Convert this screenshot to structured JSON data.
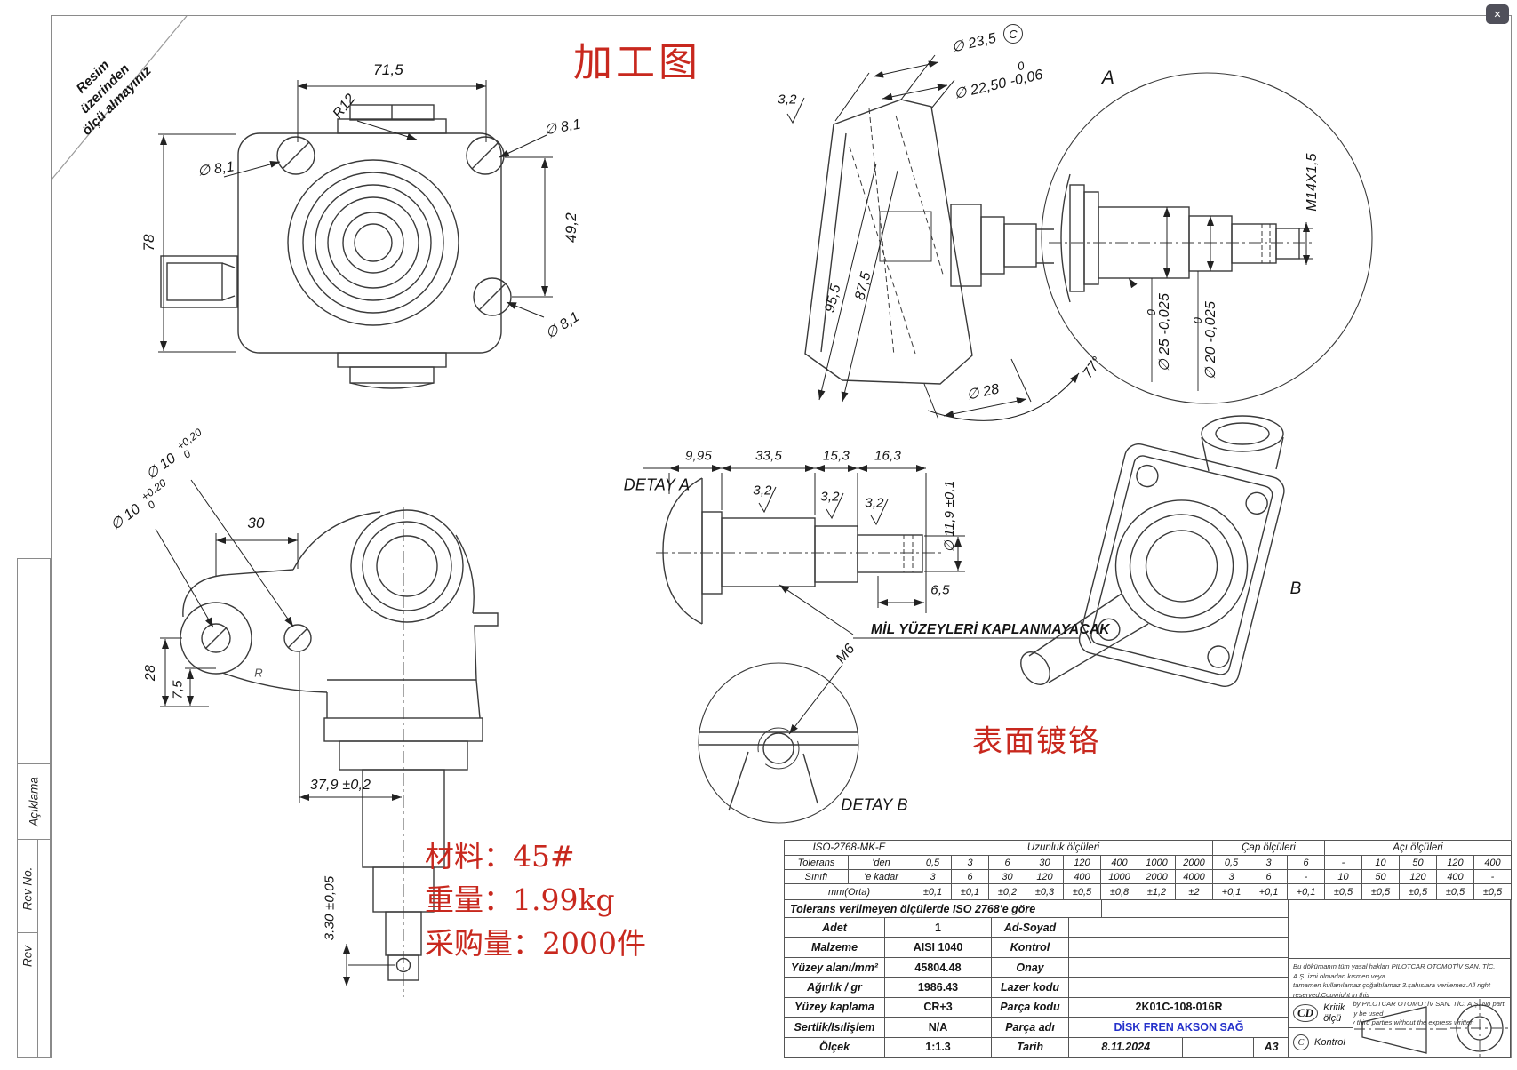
{
  "window_badge": {
    "glyph": "✕"
  },
  "corner_note": {
    "lines": [
      "Resim",
      "üzerinden",
      "ölçü almayınız"
    ]
  },
  "titles": {
    "main_cn": "加工图",
    "coating_cn": "表面镀铬"
  },
  "red_notes": {
    "material": "材料：45#",
    "weight": "重量：1.99kg",
    "purchase": "采购量：2000件"
  },
  "top_view": {
    "dim_width": "71,5",
    "dim_height": "78",
    "dim_holes": "49,2",
    "radius": "R12",
    "hole_left": "∅ 8,1",
    "hole_top_right": "∅ 8,1",
    "hole_bottom_right": "∅ 8,1"
  },
  "section_view": {
    "dia_outer": "∅ 23,5",
    "datum": "C",
    "tol_zero": "0",
    "dia_inner": "∅ 22,50 -0,06",
    "finish": "3,2",
    "len_outer": "95,5",
    "len_inner": "87,5",
    "dia_bottom": "∅ 28",
    "angle": "77°",
    "detail_ref": "A"
  },
  "detail_a_circle": {
    "thread": "M14X1,5",
    "tol_zero_25": "0",
    "dia_25": "∅ 25 -0,025",
    "tol_zero_20": "0",
    "dia_20": "∅ 20 -0,025"
  },
  "side_view": {
    "hole_upper": "∅ 10",
    "hole_upper_tol_plus": "+0,20",
    "hole_upper_tol_zero": "0",
    "hole_lower": "∅ 10",
    "hole_lower_tol_plus": "+0,20",
    "hole_lower_tol_zero": "0",
    "dim_30": "30",
    "dim_28": "28",
    "dim_75": "7,5",
    "dim_379": "37,9 ±0,2",
    "dim_330": "3.30 ±0,05",
    "marking": "R"
  },
  "detay_a": {
    "label": "DETAY A",
    "d1": "9,95",
    "d2": "33,5",
    "d3": "15,3",
    "d4": "16,3",
    "f1": "3,2",
    "f2": "3,2",
    "f3": "3,2",
    "dia": "∅ 11,9 ±0,1",
    "d5": "6,5",
    "note": "MİL YÜZEYLERİ KAPLANMAYACAK"
  },
  "detay_b": {
    "label": "DETAY B",
    "thread": "M6"
  },
  "iso_view": {
    "detail_ref": "B"
  },
  "rev_strip": {
    "aciklama": "Açıklama",
    "rev_no": "Rev No.",
    "rev": "Rev"
  },
  "tolerance_table": {
    "standard": "ISO-2768-MK-E",
    "group_len": "Uzunluk ölçüleri",
    "group_dia": "Çap ölçüleri",
    "group_ang": "Açı ölçüleri",
    "row1_label": "Tolerans",
    "row2_label": "Sınıfı",
    "from_label": "'den",
    "to_label": "'e kadar",
    "mid_label": "mm(Orta)",
    "len_from": [
      "0,5",
      "3",
      "6",
      "30",
      "120",
      "400",
      "1000",
      "2000"
    ],
    "len_to": [
      "3",
      "6",
      "30",
      "120",
      "400",
      "1000",
      "2000",
      "4000"
    ],
    "len_tol": [
      "±0,1",
      "±0,1",
      "±0,2",
      "±0,3",
      "±0,5",
      "±0,8",
      "±1,2",
      "±2"
    ],
    "dia_from": [
      "0,5",
      "3",
      "6"
    ],
    "dia_to": [
      "3",
      "6",
      "-"
    ],
    "dia_tol": [
      "+0,1",
      "+0,1",
      "+0,1"
    ],
    "ang_from": [
      "-",
      "10",
      "50",
      "120",
      "400"
    ],
    "ang_to": [
      "10",
      "50",
      "120",
      "400",
      "-"
    ],
    "ang_tol": [
      "±0,5",
      "±0,5",
      "±0,5",
      "±0,5",
      "±0,5"
    ],
    "note": "Tolerans verilmeyen ölçülerde ISO 2768'e göre"
  },
  "title_block": {
    "rows": [
      {
        "l1": "Adet",
        "v1": "1",
        "l2": "Ad-Soyad",
        "v2": ""
      },
      {
        "l1": "Malzeme",
        "v1": "AISI 1040",
        "l2": "Kontrol",
        "v2": ""
      },
      {
        "l1": "Yüzey alanı/mm²",
        "v1": "45804.48",
        "l2": "Onay",
        "v2": ""
      },
      {
        "l1": "Ağırlık / gr",
        "v1": "1986.43",
        "l2": "Lazer kodu",
        "v2": ""
      },
      {
        "l1": "Yüzey kaplama",
        "v1": "CR+3",
        "l2": "Parça kodu",
        "v2": "2K01C-108-016R"
      },
      {
        "l1": "Sertlik/Isılişlem",
        "v1": "N/A",
        "l2": "Parça adı",
        "v2": "DİSK FREN AKSON SAĞ"
      },
      {
        "l1": "Ölçek",
        "v1": "1:1.3",
        "l2": "Tarih",
        "v2": "8.11.2024"
      }
    ],
    "paper": "A3"
  },
  "legal": {
    "lines": [
      "Bu dökümanın tüm yasal hakları  PILOTCAR OTOMOTİV SAN. TİC. A.Ş. izni olmadan kısmen veya",
      "tamamen kullanılamaz çoğaltılamaz,3.şahıslara verilemez.All right reserved.Copyright in this",
      "document is owned by  PILOTCAR OTOMOTİV SAN. TİC. A.Ş. No part of this document may be used",
      "or reproduced in any third parties without the express written permission."
    ]
  },
  "legend": {
    "cd": "CD",
    "cd_label": "Kritik ölçü",
    "c": "C",
    "c_label": "Kontrol"
  }
}
